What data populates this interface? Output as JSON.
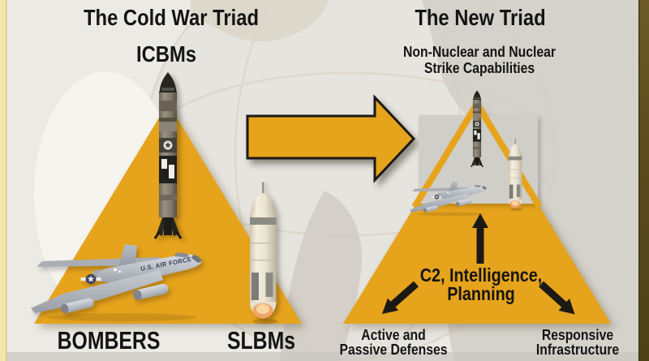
{
  "colors": {
    "triad_orange": "#E6A31C",
    "arrow_black": "#1A1914",
    "background": "#ECEAE5",
    "left_edge_strip": "#F3E7AE",
    "right_edge_strip": "#5E4E20",
    "image_plate_grey": "#D0CEC8",
    "text": "#141414",
    "map_grey": "#D2CFC8"
  },
  "cold_war_triad": {
    "title": "The Cold War Triad",
    "icbms_label": "ICBMs",
    "bombers_label": "BOMBERS",
    "slbms_label": "SLBMs",
    "bomber_marking": "U.S. AIR FORCE"
  },
  "new_triad": {
    "title": "The New Triad",
    "strike_line1": "Non-Nuclear and Nuclear",
    "strike_line2": "Strike Capabilities",
    "c2_line1": "C2, Intelligence,",
    "c2_line2": "Planning",
    "defenses_line1": "Active and",
    "defenses_line2": "Passive Defenses",
    "infrastructure_line1": "Responsive",
    "infrastructure_line2": "Infrastructure"
  },
  "icons": {
    "transition": "right-arrow-icon",
    "c2_to_strike": "up-arrow-icon",
    "c2_to_defenses": "down-left-arrow-icon",
    "c2_to_infrastructure": "down-right-arrow-icon",
    "icbm": "icbm-missile-icon",
    "slbm": "slbm-missile-icon",
    "bomber": "bomber-aircraft-icon"
  }
}
